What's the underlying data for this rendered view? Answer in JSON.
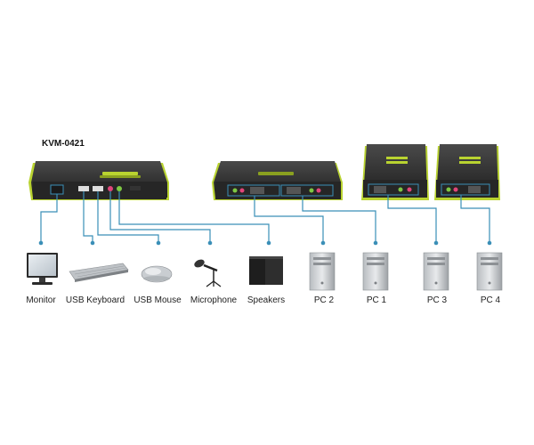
{
  "model": "KVM-0421",
  "devices": [
    {
      "id": "monitor",
      "label": "Monitor"
    },
    {
      "id": "keyboard",
      "label": "USB Keyboard"
    },
    {
      "id": "mouse",
      "label": "USB Mouse"
    },
    {
      "id": "microphone",
      "label": "Microphone"
    },
    {
      "id": "speakers",
      "label": "Speakers"
    },
    {
      "id": "pc2",
      "label": "PC 2"
    },
    {
      "id": "pc1",
      "label": "PC 1"
    },
    {
      "id": "pc3",
      "label": "PC 3"
    },
    {
      "id": "pc4",
      "label": "PC 4"
    }
  ],
  "colors": {
    "cable": "#3a8fb7",
    "accent": "#b9d330",
    "device_body": "#2b2b2b"
  }
}
